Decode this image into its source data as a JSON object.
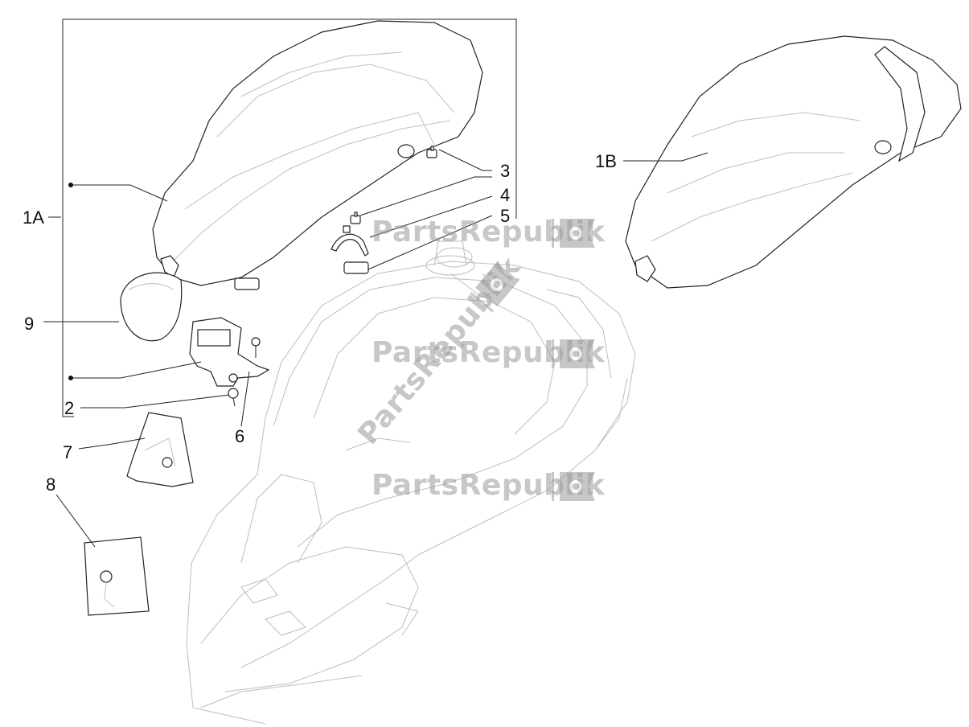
{
  "callouts": {
    "c1A": "1A",
    "c1B": "1B",
    "c2": "2",
    "c3": "3",
    "c4": "4",
    "c5": "5",
    "c6": "6",
    "c7": "7",
    "c8": "8",
    "c9": "9"
  },
  "watermark": {
    "text": "PartsRepublik",
    "icon": "gear-flag-icon",
    "color": "#9a9a9a"
  }
}
